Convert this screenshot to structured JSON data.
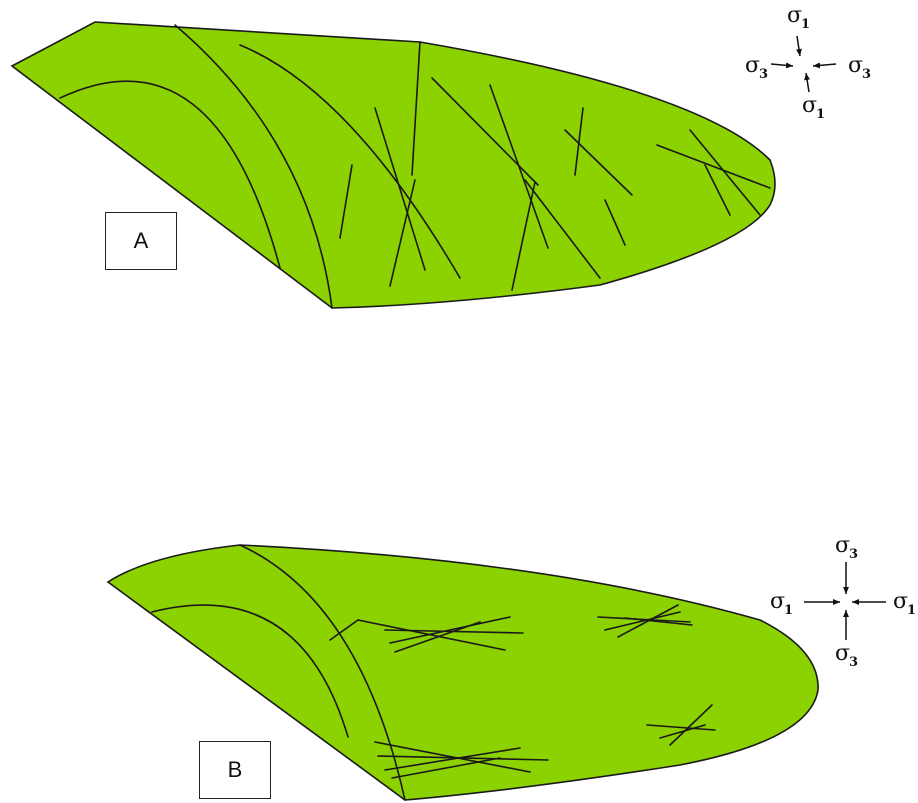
{
  "panels": {
    "a": {
      "label": "A",
      "stress": {
        "vertical_symbol": "σ",
        "vertical_subscript": "1",
        "horizontal_symbol": "σ",
        "horizontal_subscript": "3"
      }
    },
    "b": {
      "label": "B",
      "stress": {
        "vertical_symbol": "σ",
        "vertical_subscript": "3",
        "horizontal_symbol": "σ",
        "horizontal_subscript": "1"
      }
    }
  },
  "colors": {
    "surface_fill": "#8cd100",
    "line": "#1a1a1a",
    "background": "#ffffff"
  }
}
